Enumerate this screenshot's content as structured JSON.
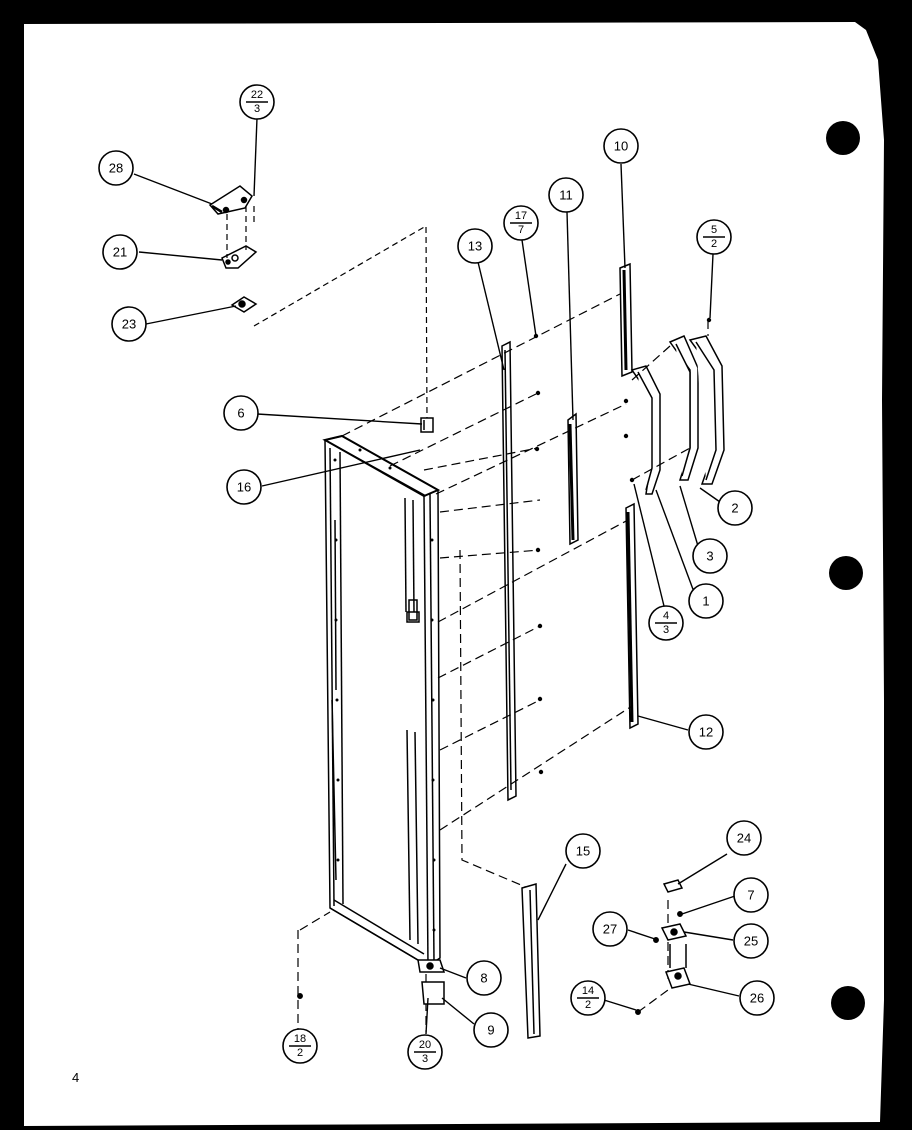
{
  "page_number": "4",
  "callouts": [
    {
      "id": "28",
      "label": "28"
    },
    {
      "id": "22-3",
      "label": "22",
      "sub": "3"
    },
    {
      "id": "21",
      "label": "21"
    },
    {
      "id": "23",
      "label": "23"
    },
    {
      "id": "6",
      "label": "6"
    },
    {
      "id": "16",
      "label": "16"
    },
    {
      "id": "13",
      "label": "13"
    },
    {
      "id": "17-7",
      "label": "17",
      "sub": "7"
    },
    {
      "id": "11",
      "label": "11"
    },
    {
      "id": "10",
      "label": "10"
    },
    {
      "id": "5-2",
      "label": "5",
      "sub": "2"
    },
    {
      "id": "2",
      "label": "2"
    },
    {
      "id": "3",
      "label": "3"
    },
    {
      "id": "1",
      "label": "1"
    },
    {
      "id": "4-3",
      "label": "4",
      "sub": "3"
    },
    {
      "id": "12",
      "label": "12"
    },
    {
      "id": "15",
      "label": "15"
    },
    {
      "id": "24",
      "label": "24"
    },
    {
      "id": "7",
      "label": "7"
    },
    {
      "id": "27",
      "label": "27"
    },
    {
      "id": "25",
      "label": "25"
    },
    {
      "id": "26",
      "label": "26"
    },
    {
      "id": "14-2",
      "label": "14",
      "sub": "2"
    },
    {
      "id": "8",
      "label": "8"
    },
    {
      "id": "9",
      "label": "9"
    },
    {
      "id": "20-3",
      "label": "20",
      "sub": "3"
    },
    {
      "id": "18-2",
      "label": "18",
      "sub": "2"
    }
  ]
}
